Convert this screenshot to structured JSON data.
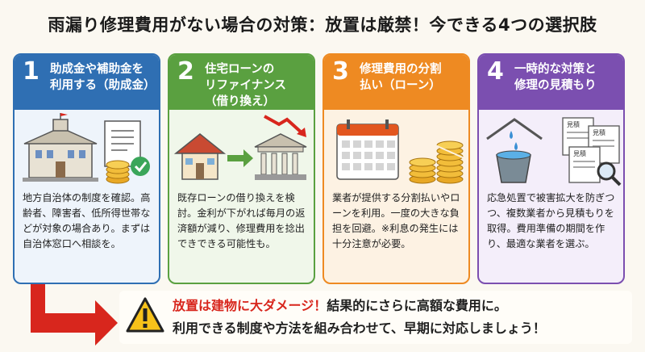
{
  "title": "雨漏り修理費用がない場合の対策：放置は厳禁！今できる4つの選択肢",
  "cards": [
    {
      "num": "1",
      "title": "助成金や補助金を\n利用する（助成金）",
      "body": "地方自治体の制度を確認。高齢者、障害者、低所得世帯などが対象の場合あり。まずは自治体窓口へ相談を。",
      "color": "#2f6fb3",
      "icons": [
        "city-hall-icon",
        "document-icon",
        "coins-icon",
        "check-badge-icon"
      ]
    },
    {
      "num": "2",
      "title": "住宅ローンの\nリファイナンス\n（借り換え）",
      "body": "既存ローンの借り換えを検討。金利が下がれば毎月の返済額が減り、修理費用を捻出できできる可能性も。",
      "color": "#5aa040",
      "icons": [
        "house-icon",
        "arrow-right-icon",
        "bank-icon",
        "down-trend-arrow-icon"
      ]
    },
    {
      "num": "3",
      "title": "修理費用の分割\n払い（ローン）",
      "body": "業者が提供する分割払いやローンを利用。一度の大きな負担を回避。※利息の発生には十分注意が必要。",
      "color": "#ee8a22",
      "icons": [
        "calendar-icon",
        "coins-icon"
      ]
    },
    {
      "num": "4",
      "title": "一時的な対策と\n修理の見積もり",
      "body": "応急処置で被害拡大を防ぎつつ、複数業者から見積もりを取得。費用準備の期間を作り、最適な業者を選ぶ。",
      "color": "#7b4fb0",
      "icons": [
        "leaking-roof-icon",
        "bucket-icon",
        "estimate-documents-icon",
        "magnifier-icon"
      ],
      "doc_label": "見積"
    }
  ],
  "warning": {
    "red_text": "放置は建物に大ダメージ！",
    "line1_rest": "結果的にさらに高額な費用に。",
    "line2": "利用できる制度や方法を組み合わせて、早期に対応しましょう！",
    "accent_red": "#d8261d",
    "warning_yellow": "#f7c21a"
  }
}
